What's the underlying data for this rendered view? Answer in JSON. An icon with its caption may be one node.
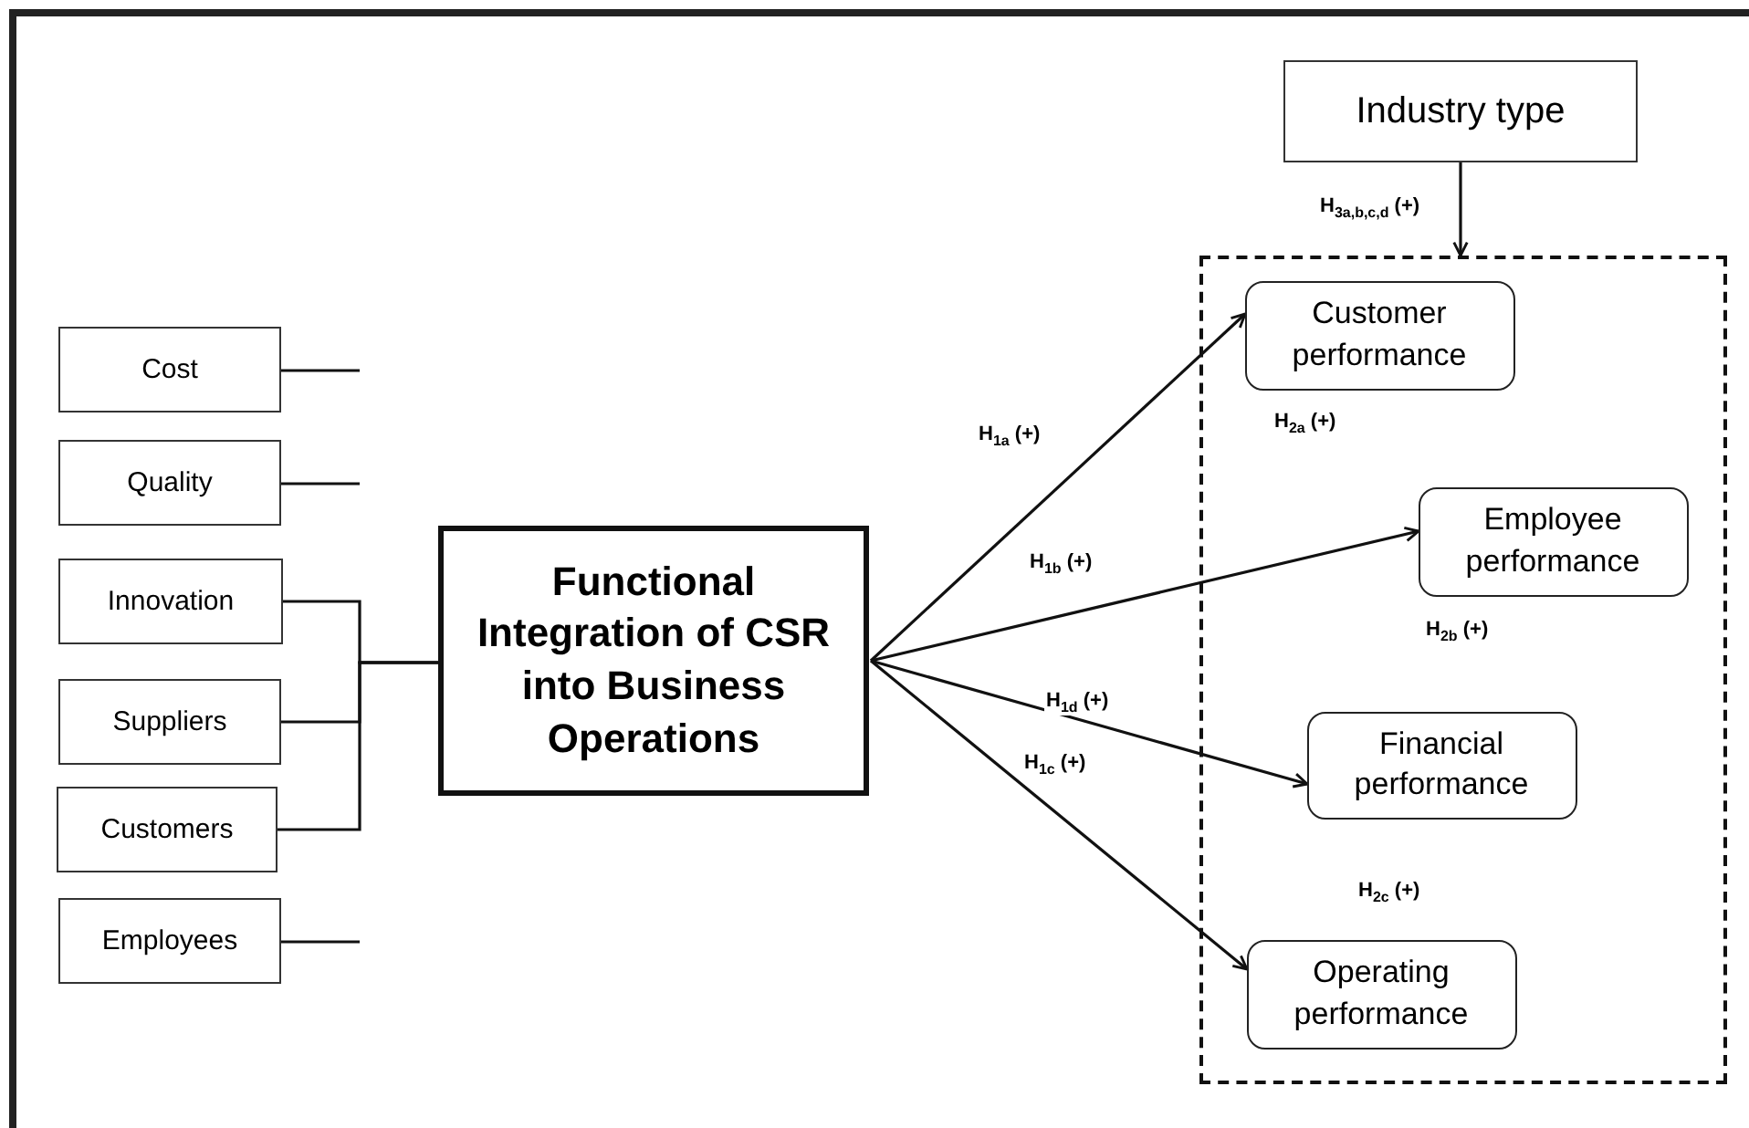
{
  "diagram": {
    "nodes": [
      {
        "text": [
          "Cost"
        ]
      },
      {
        "text": [
          "Quality"
        ]
      },
      {
        "text": [
          "Innovation"
        ]
      },
      {
        "text": [
          "Suppliers"
        ]
      },
      {
        "text": [
          "Customers"
        ]
      },
      {
        "text": [
          "Employees"
        ]
      },
      {
        "text": [
          "Functional Integration of CSR into Business Operations"
        ]
      },
      {
        "text": [
          "Industry type"
        ]
      },
      {
        "text": [],
        "shape": "box"
      },
      {
        "text": [
          "Customer performance"
        ],
        "in": 8
      },
      {
        "text": [
          "Employee performance"
        ],
        "in": 8
      },
      {
        "text": [
          "Financial performance"
        ],
        "in": 8
      },
      {
        "text": [
          "Operating performance"
        ],
        "in": 8
      }
    ],
    "edges": [
      {
        "from": 0,
        "to": null,
        "arrow": "none"
      },
      {
        "from": 1,
        "to": null,
        "arrow": "none"
      },
      {
        "from": 2,
        "to": 6,
        "arrow": "none"
      },
      {
        "from": 3,
        "to": 6,
        "arrow": "none"
      },
      {
        "from": 4,
        "to": 6,
        "arrow": "none"
      },
      {
        "from": 5,
        "to": null,
        "arrow": "none"
      },
      {
        "from": 6,
        "to": 9,
        "arrow": "to",
        "label": "H$_{1a}$ (+)"
      },
      {
        "from": 6,
        "to": 10,
        "arrow": "to",
        "label": "H$_{1b}$ (+)"
      },
      {
        "from": 6,
        "to": 11,
        "arrow": "to",
        "label": "H$_{1d}$ (+)"
      },
      {
        "from": 6,
        "to": 12,
        "arrow": "to",
        "label": "H$_{1c}$ (+)"
      },
      {
        "from": 7,
        "to": 8,
        "arrow": "to",
        "label": "H$_{3a,b,c,d}$ (+)"
      }
    ],
    "labels": [
      "H$_{2a}$ (+)",
      "H$_{2b}$ (+)",
      "H$_{2c}$ (+)"
    ]
  }
}
